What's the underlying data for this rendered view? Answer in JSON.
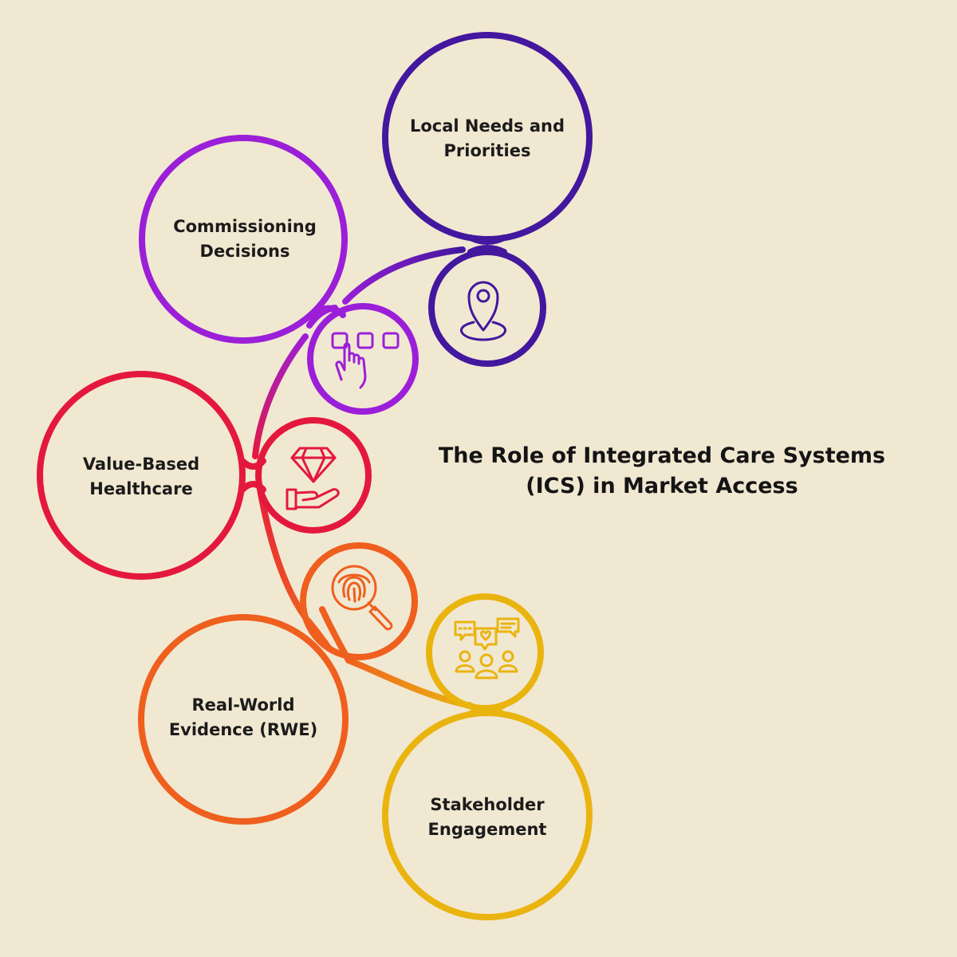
{
  "title": {
    "line1": "The Role of Integrated Care Systems",
    "line2": "(ICS) in Market Access"
  },
  "nodes": [
    {
      "line1": "Local Needs and",
      "line2": "Priorities",
      "icon": "location-pin-icon",
      "color": "#43179e"
    },
    {
      "line1": "Commissioning",
      "line2": "Decisions",
      "icon": "hand-pressing-buttons-icon",
      "color": "#9b1fd8"
    },
    {
      "line1": "Value-Based",
      "line2": "Healthcare",
      "icon": "diamond-in-hand-icon",
      "color": "#e4183d"
    },
    {
      "line1": "Real-World",
      "line2": "Evidence (RWE)",
      "icon": "fingerprint-magnifier-icon",
      "color": "#ef5f1e"
    },
    {
      "line1": "Stakeholder",
      "line2": "Engagement",
      "icon": "people-conversation-icon",
      "color": "#eab40f"
    }
  ]
}
